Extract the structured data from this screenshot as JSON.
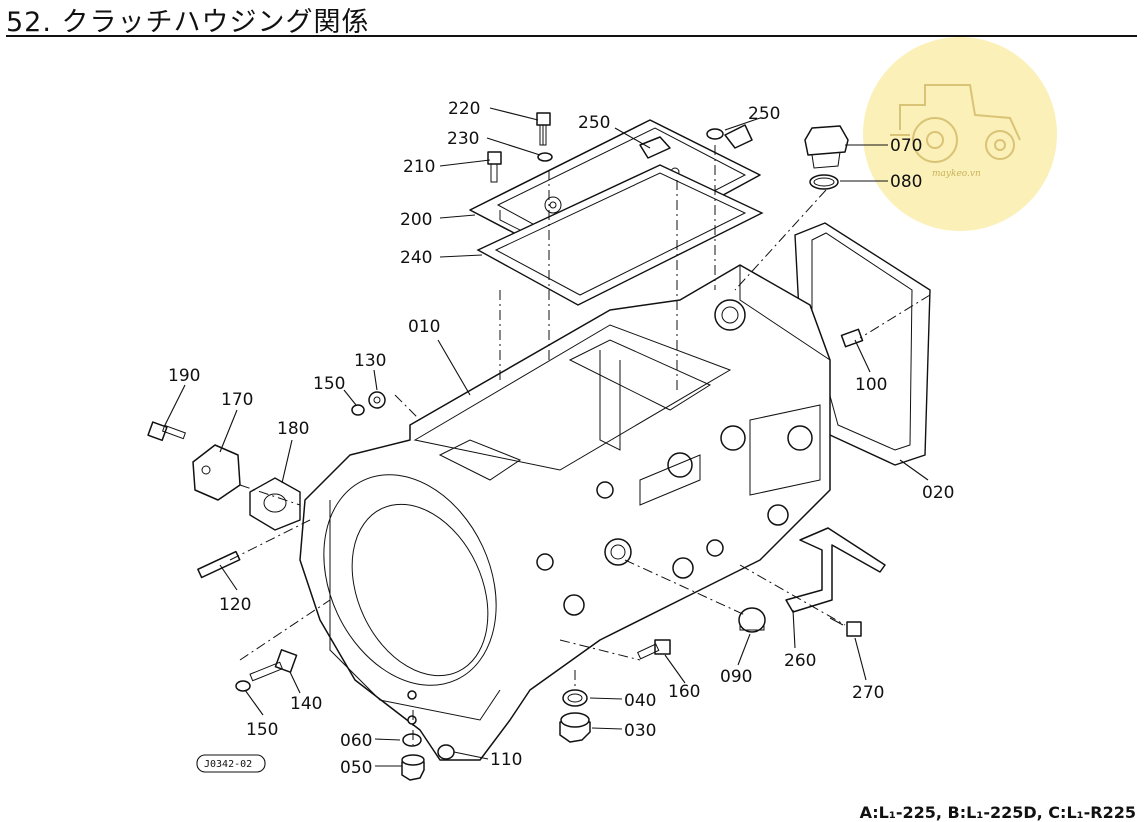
{
  "title": "52. クラッチハウジング関係",
  "footer": "A:L₁-225, B:L₁-225D, C:L₁-R225",
  "drawing_code": "J0342-02",
  "watermark": {
    "text": "maykeo.vn",
    "color": "#fbf0b8"
  },
  "callouts": {
    "p220": "220",
    "p230": "230",
    "p210": "210",
    "p250a": "250",
    "p250b": "250",
    "p200": "200",
    "p240": "240",
    "p070": "070",
    "p080": "080",
    "p010": "010",
    "p130": "130",
    "p150a": "150",
    "p190": "190",
    "p170": "170",
    "p180": "180",
    "p100": "100",
    "p020": "020",
    "p120": "120",
    "p140": "140",
    "p150b": "150",
    "p160": "160",
    "p090": "090",
    "p260": "260",
    "p270": "270",
    "p040": "040",
    "p030": "030",
    "p060": "060",
    "p050": "050",
    "p110": "110"
  }
}
